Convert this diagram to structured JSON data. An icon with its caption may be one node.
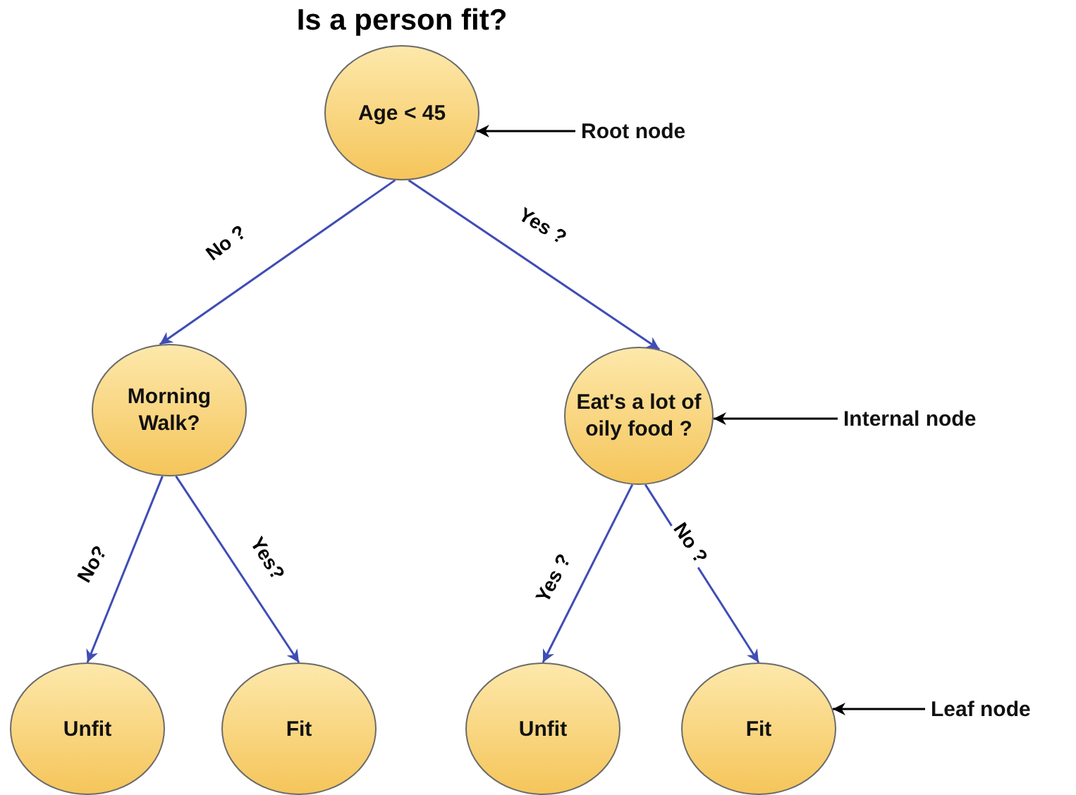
{
  "diagram": {
    "title": "Is a person fit?",
    "nodes": [
      {
        "text": [
          "Age < 45"
        ]
      },
      {
        "text": [
          "Root node"
        ]
      },
      {
        "text": [
          "Morning Walk?"
        ]
      },
      {
        "text": [
          "Eat's a lot of oily food ?"
        ]
      },
      {
        "text": [
          "Internal node"
        ]
      },
      {
        "text": [
          "Unfit"
        ]
      },
      {
        "text": [
          "Fit"
        ]
      },
      {
        "text": [
          "Unfit"
        ]
      },
      {
        "text": [
          "Fit"
        ]
      },
      {
        "text": [
          "Leaf node"
        ]
      }
    ],
    "edges": [
      {
        "from": 0,
        "to": 2,
        "arrow": "to",
        "label": "No ?"
      },
      {
        "from": 0,
        "to": 3,
        "arrow": "to",
        "label": "Yes ?"
      },
      {
        "from": 2,
        "to": 5,
        "arrow": "to",
        "label": "No?"
      },
      {
        "from": 2,
        "to": 6,
        "arrow": "to",
        "label": "Yes?"
      },
      {
        "from": 3,
        "to": 7,
        "arrow": "to",
        "label": "Yes ?"
      },
      {
        "from": 3,
        "to": 8,
        "arrow": "to",
        "label": "No ?"
      },
      {
        "from": 1,
        "to": 0,
        "arrow": "to",
        "color": "#000000"
      },
      {
        "from": 4,
        "to": 3,
        "arrow": "to",
        "color": "#000000"
      },
      {
        "from": 9,
        "to": 8,
        "arrow": "to",
        "color": "#000000"
      }
    ]
  }
}
